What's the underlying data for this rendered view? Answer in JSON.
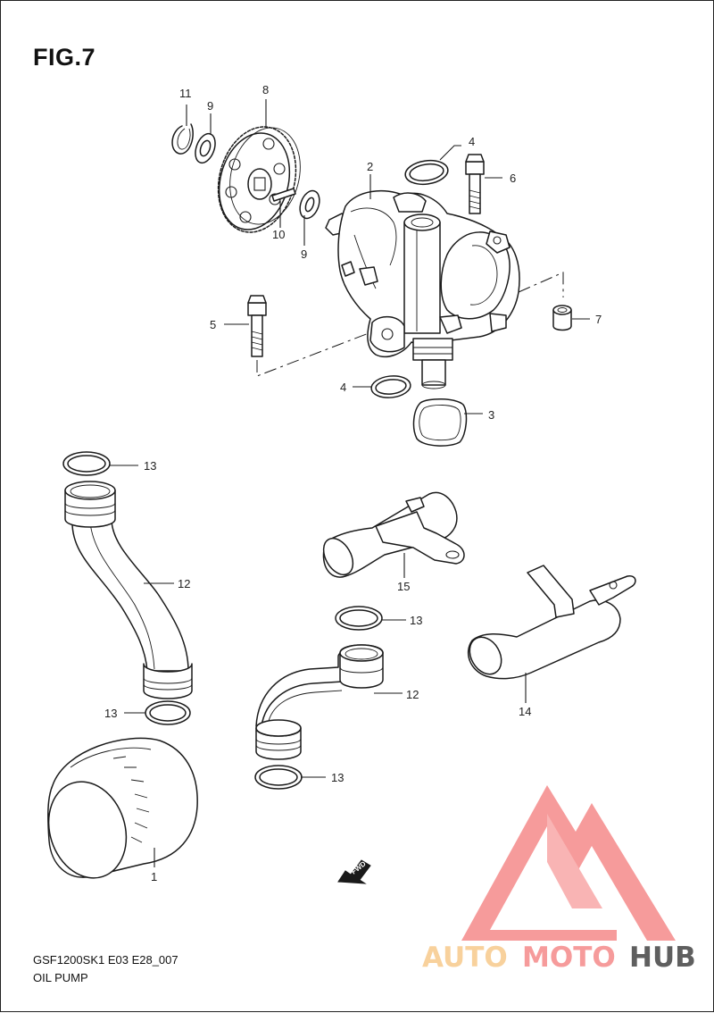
{
  "title": "FIG.7",
  "footer": {
    "model_code": "GSF1200SK1 E03 E28_007",
    "group_name": "OIL PUMP"
  },
  "fwd_label": "FWD",
  "watermark": {
    "part1": "AUTO",
    "part2": "MOTO",
    "part3": "HUB",
    "colors": [
      "#f7c98b",
      "#f58a8a",
      "#444444"
    ]
  },
  "callouts": {
    "c1": "1",
    "c2": "2",
    "c3": "3",
    "c4a": "4",
    "c4b": "4",
    "c5": "5",
    "c6": "6",
    "c7": "7",
    "c8": "8",
    "c9a": "9",
    "c9b": "9",
    "c10": "10",
    "c11": "11",
    "c12a": "12",
    "c12b": "12",
    "c13a": "13",
    "c13b": "13",
    "c13c": "13",
    "c13d": "13",
    "c14": "14",
    "c15": "15"
  }
}
